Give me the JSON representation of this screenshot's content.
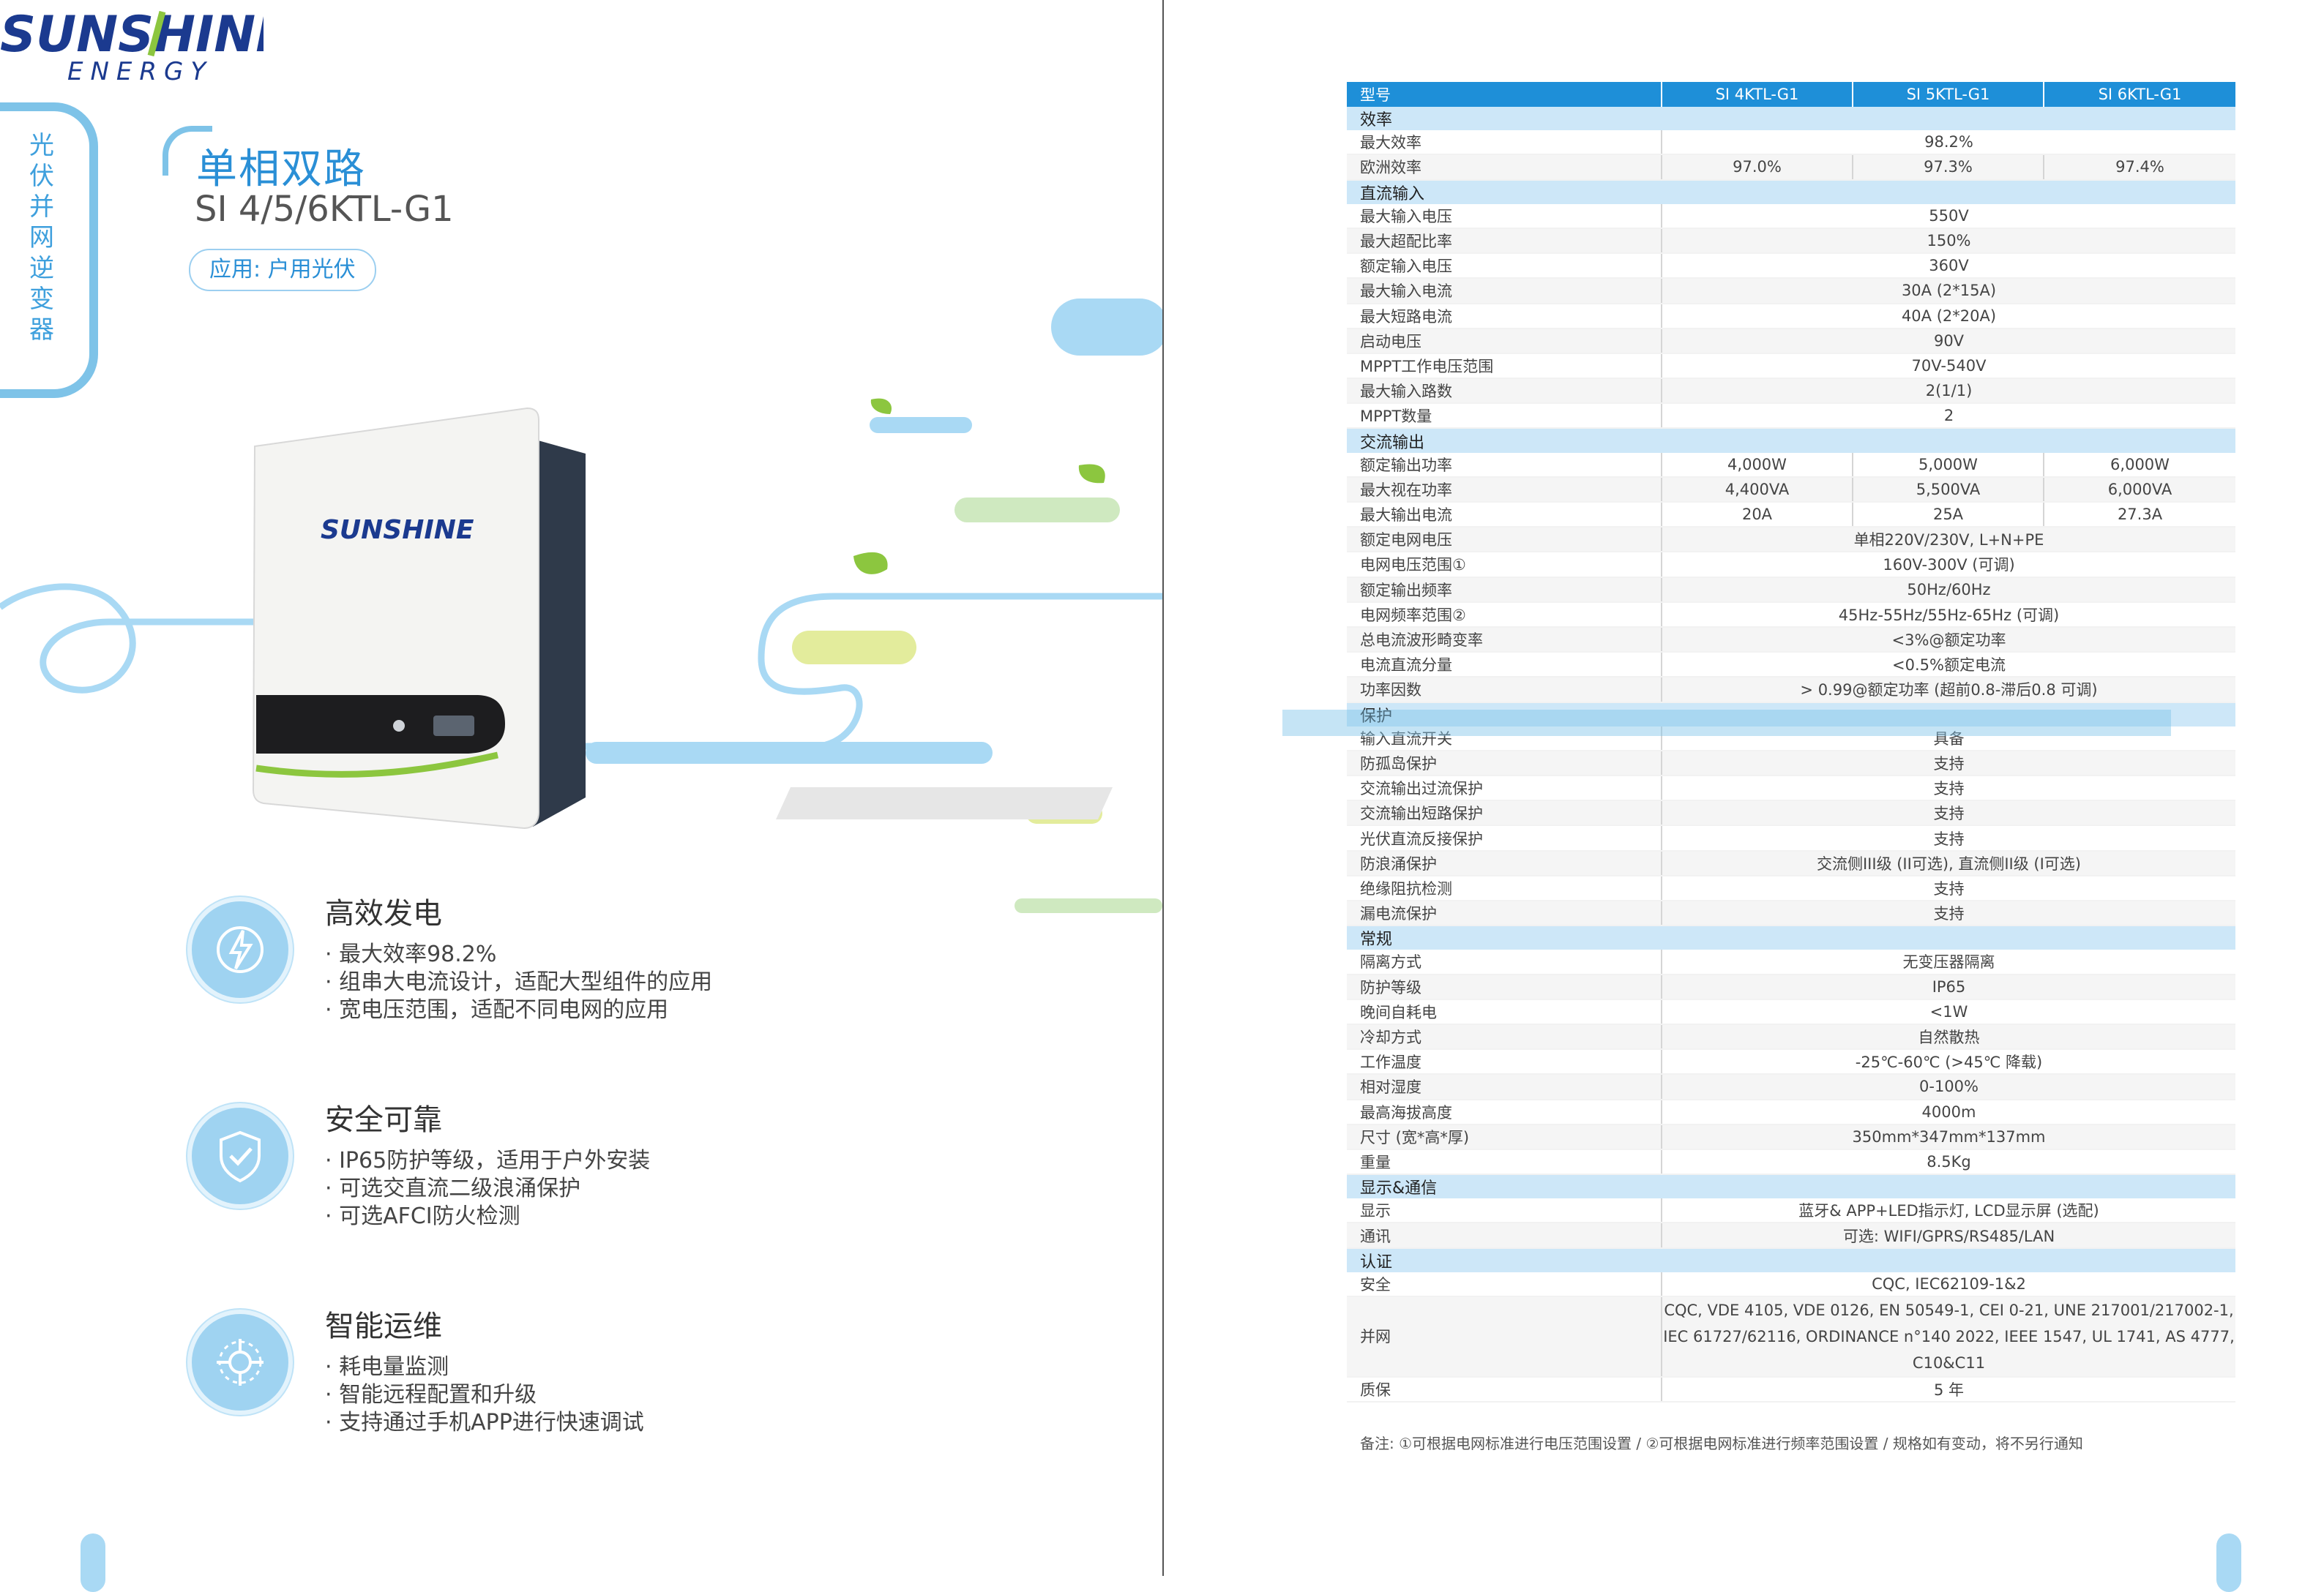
{
  "brand": {
    "wordmark": "SUNSHINE",
    "subline": "ENERGY",
    "wordmark_color": "#1b3a8f"
  },
  "left": {
    "side_tab": "光伏并网逆变器",
    "title": "单相双路",
    "model": "SI 4/5/6KTL-G1",
    "application": "应用: 户用光伏",
    "product_logo": "SUNSHINE",
    "features": [
      {
        "icon": "lightning-icon",
        "title": "高效发电",
        "items": [
          "最大效率98.2%",
          "组串大电流设计，适配大型组件的应用",
          "宽电压范围，适配不同电网的应用"
        ]
      },
      {
        "icon": "shield-check-icon",
        "title": "安全可靠",
        "items": [
          "IP65防护等级，适用于户外安装",
          "可选交直流二级浪涌保护",
          "可选AFCI防火检测"
        ]
      },
      {
        "icon": "circuit-icon",
        "title": "智能运维",
        "items": [
          "耗电量监测",
          "智能远程配置和升级",
          "支持通过手机APP进行快速调试"
        ]
      }
    ]
  },
  "right": {
    "header": {
      "label": "型号",
      "models": [
        "SI  4KTL-G1",
        "SI  5KTL-G1",
        "SI  6KTL-G1"
      ]
    },
    "sections": [
      {
        "title": "效率",
        "rows": [
          {
            "label": "最大效率",
            "values": [
              "98.2%"
            ]
          },
          {
            "label": "欧洲效率",
            "values": [
              "97.0%",
              "97.3%",
              "97.4%"
            ]
          }
        ]
      },
      {
        "title": "直流输入",
        "rows": [
          {
            "label": "最大输入电压",
            "values": [
              "550V"
            ]
          },
          {
            "label": "最大超配比率",
            "values": [
              "150%"
            ]
          },
          {
            "label": "额定输入电压",
            "values": [
              "360V"
            ]
          },
          {
            "label": "最大输入电流",
            "values": [
              "30A (2*15A)"
            ]
          },
          {
            "label": "最大短路电流",
            "values": [
              "40A (2*20A)"
            ]
          },
          {
            "label": "启动电压",
            "values": [
              "90V"
            ]
          },
          {
            "label": "MPPT工作电压范围",
            "values": [
              "70V-540V"
            ]
          },
          {
            "label": "最大输入路数",
            "values": [
              "2(1/1)"
            ]
          },
          {
            "label": "MPPT数量",
            "values": [
              "2"
            ]
          }
        ]
      },
      {
        "title": "交流输出",
        "rows": [
          {
            "label": "额定输出功率",
            "values": [
              "4,000W",
              "5,000W",
              "6,000W"
            ]
          },
          {
            "label": "最大视在功率",
            "values": [
              "4,400VA",
              "5,500VA",
              "6,000VA"
            ]
          },
          {
            "label": "最大输出电流",
            "values": [
              "20A",
              "25A",
              "27.3A"
            ]
          },
          {
            "label": "额定电网电压",
            "values": [
              "单相220V/230V, L+N+PE"
            ]
          },
          {
            "label": "电网电压范围①",
            "values": [
              "160V-300V (可调)"
            ]
          },
          {
            "label": "额定输出频率",
            "values": [
              "50Hz/60Hz"
            ]
          },
          {
            "label": "电网频率范围②",
            "values": [
              "45Hz-55Hz/55Hz-65Hz (可调)"
            ]
          },
          {
            "label": "总电流波形畸变率",
            "values": [
              "<3%@额定功率"
            ]
          },
          {
            "label": "电流直流分量",
            "values": [
              "<0.5%额定电流"
            ]
          },
          {
            "label": "功率因数",
            "values": [
              "> 0.99@额定功率 (超前0.8-滞后0.8 可调)"
            ]
          }
        ]
      },
      {
        "title": "保护",
        "rows": [
          {
            "label": "输入直流开关",
            "values": [
              "具备"
            ]
          },
          {
            "label": "防孤岛保护",
            "values": [
              "支持"
            ]
          },
          {
            "label": "交流输出过流保护",
            "values": [
              "支持"
            ]
          },
          {
            "label": "交流输出短路保护",
            "values": [
              "支持"
            ]
          },
          {
            "label": "光伏直流反接保护",
            "values": [
              "支持"
            ]
          },
          {
            "label": "防浪涌保护",
            "values": [
              "交流侧III级 (II可选), 直流侧II级 (I可选)"
            ]
          },
          {
            "label": "绝缘阻抗检测",
            "values": [
              "支持"
            ]
          },
          {
            "label": "漏电流保护",
            "values": [
              "支持"
            ]
          }
        ]
      },
      {
        "title": "常规",
        "rows": [
          {
            "label": "隔离方式",
            "values": [
              "无变压器隔离"
            ]
          },
          {
            "label": "防护等级",
            "values": [
              "IP65"
            ]
          },
          {
            "label": "晚间自耗电",
            "values": [
              "<1W"
            ]
          },
          {
            "label": "冷却方式",
            "values": [
              "自然散热"
            ]
          },
          {
            "label": "工作温度",
            "values": [
              "-25℃-60℃ (>45℃ 降载)"
            ]
          },
          {
            "label": "相对湿度",
            "values": [
              "0-100%"
            ]
          },
          {
            "label": "最高海拔高度",
            "values": [
              "4000m"
            ]
          },
          {
            "label": "尺寸 (宽*高*厚)",
            "values": [
              "350mm*347mm*137mm"
            ]
          },
          {
            "label": "重量",
            "values": [
              "8.5Kg"
            ]
          }
        ]
      },
      {
        "title": "显示&通信",
        "rows": [
          {
            "label": "显示",
            "values": [
              "蓝牙& APP+LED指示灯, LCD显示屏 (选配)"
            ]
          },
          {
            "label": "通讯",
            "values": [
              "可选: WIFI/GPRS/RS485/LAN"
            ]
          }
        ]
      },
      {
        "title": "认证",
        "rows": [
          {
            "label": "安全",
            "values": [
              "CQC, IEC62109-1&2"
            ]
          },
          {
            "label": "并网",
            "values": [
              "CQC, VDE 4105, VDE 0126, EN 50549-1, CEI 0-21, UNE 217001/217002-1,\nIEC 61727/62116, ORDINANCE n°140 2022, IEEE 1547, UL 1741, AS 4777, C10&C11"
            ],
            "tall": true
          },
          {
            "label": "质保",
            "values": [
              "5 年"
            ]
          }
        ]
      }
    ],
    "footnote": "备注:  ①可根据电网标准进行电压范围设置 / ②可根据电网标准进行频率范围设置 / 规格如有变动，将不另行通知"
  },
  "colors": {
    "accent_blue": "#1e8fd8",
    "section_bg": "#cde7f8",
    "light_blue": "#a9d9f4",
    "leaf_green": "#8cc63f"
  }
}
